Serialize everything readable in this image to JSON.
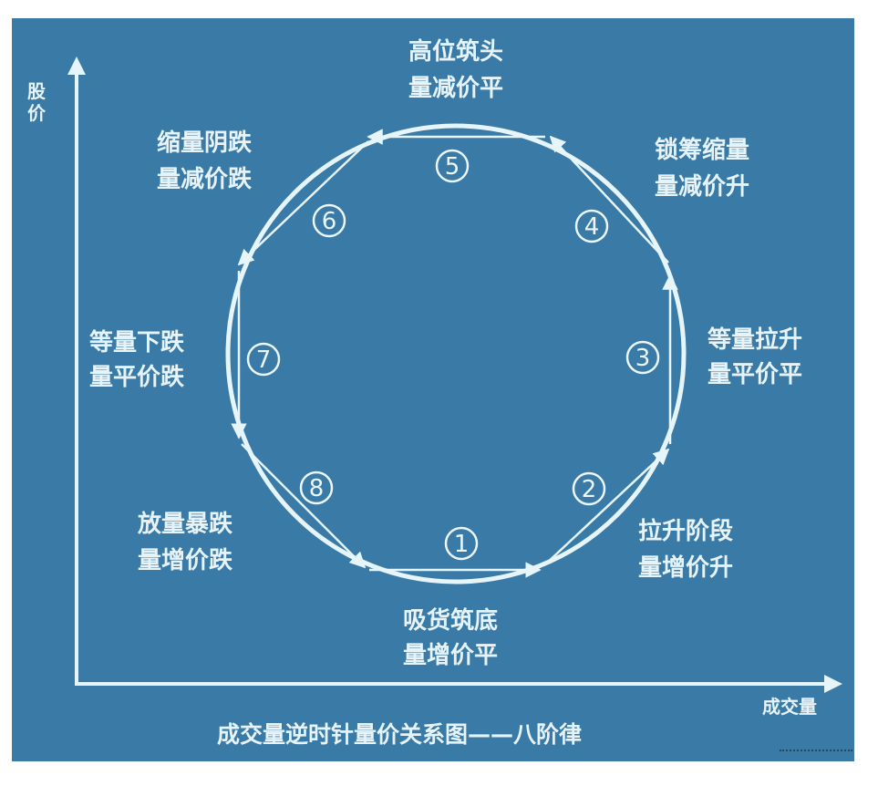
{
  "diagram": {
    "title": "成交量逆时针量价关系图——八阶律",
    "colors": {
      "background": "#3a7aa6",
      "line": "#e6f5fa",
      "text": "#e6f3f8",
      "page": "#ffffff"
    },
    "axes": {
      "y_label": "股价",
      "x_label": "成交量"
    },
    "stages": [
      {
        "num": "①",
        "name": "吸货筑底",
        "desc": "量增价平"
      },
      {
        "num": "②",
        "name": "拉升阶段",
        "desc": "量增价升"
      },
      {
        "num": "③",
        "name": "等量拉升",
        "desc": "量平价平"
      },
      {
        "num": "④",
        "name": "锁筹缩量",
        "desc": "量减价升"
      },
      {
        "num": "⑤",
        "name": "高位筑头",
        "desc": "量减价平"
      },
      {
        "num": "⑥",
        "name": "缩量阴跌",
        "desc": "量减价跌"
      },
      {
        "num": "⑦",
        "name": "等量下跌",
        "desc": "量平价跌"
      },
      {
        "num": "⑧",
        "name": "放量暴跌",
        "desc": "量增价跌"
      }
    ]
  }
}
